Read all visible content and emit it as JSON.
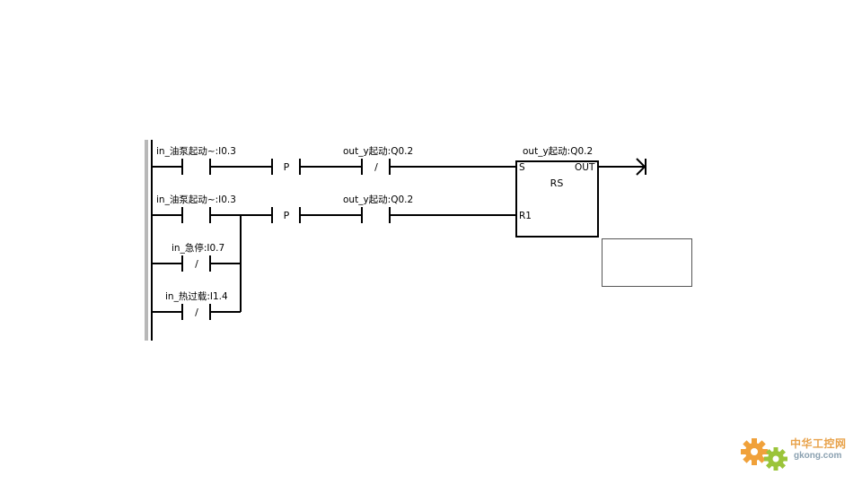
{
  "diagram": {
    "rung1": {
      "contact_label": "in_油泵起动~:I0.3",
      "edge_symbol": "P",
      "nc_label": "out_y起动:Q0.2",
      "nc_symbol": "/"
    },
    "rung2": {
      "contact_label": "in_油泵起动~:I0.3",
      "edge_symbol": "P",
      "no_label": "out_y起动:Q0.2",
      "branch1_label": "in_急停:I0.7",
      "branch1_symbol": "/",
      "branch2_label": "in_热过载:I1.4",
      "branch2_symbol": "/"
    },
    "rs_block": {
      "label": "out_y起动:Q0.2",
      "title": "RS",
      "pin_set": "S",
      "pin_reset": "R1",
      "pin_out": "OUT"
    }
  },
  "watermark": {
    "name": "中华工控网",
    "url": "gkong.com"
  }
}
